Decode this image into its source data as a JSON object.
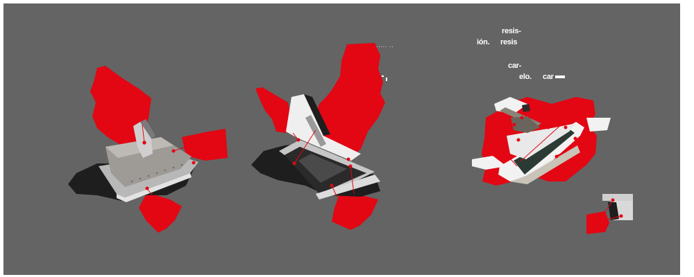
{
  "colors": {
    "background": "#646464",
    "page": "#ffffff",
    "accent_red": "#e30613",
    "metal_light": "#d8d8d8",
    "metal_mid": "#a9a9a9",
    "metal_dark": "#3a3a3a",
    "white_panel": "#f2f2f2"
  },
  "text_fragments": {
    "line1": "resis-",
    "line2a": "ión.",
    "line2b": "resis",
    "line3": "car-",
    "line4a": "elo.",
    "line4b": "car",
    "dots": "..... .."
  },
  "products": [
    {
      "name": "stainless-floor-hatch",
      "callouts": 4
    },
    {
      "name": "white-roof-hatch-open",
      "callouts": 4
    },
    {
      "name": "white-hatch-with-lever",
      "callouts": 6
    },
    {
      "name": "hinge-detail",
      "callouts": 2
    }
  ]
}
